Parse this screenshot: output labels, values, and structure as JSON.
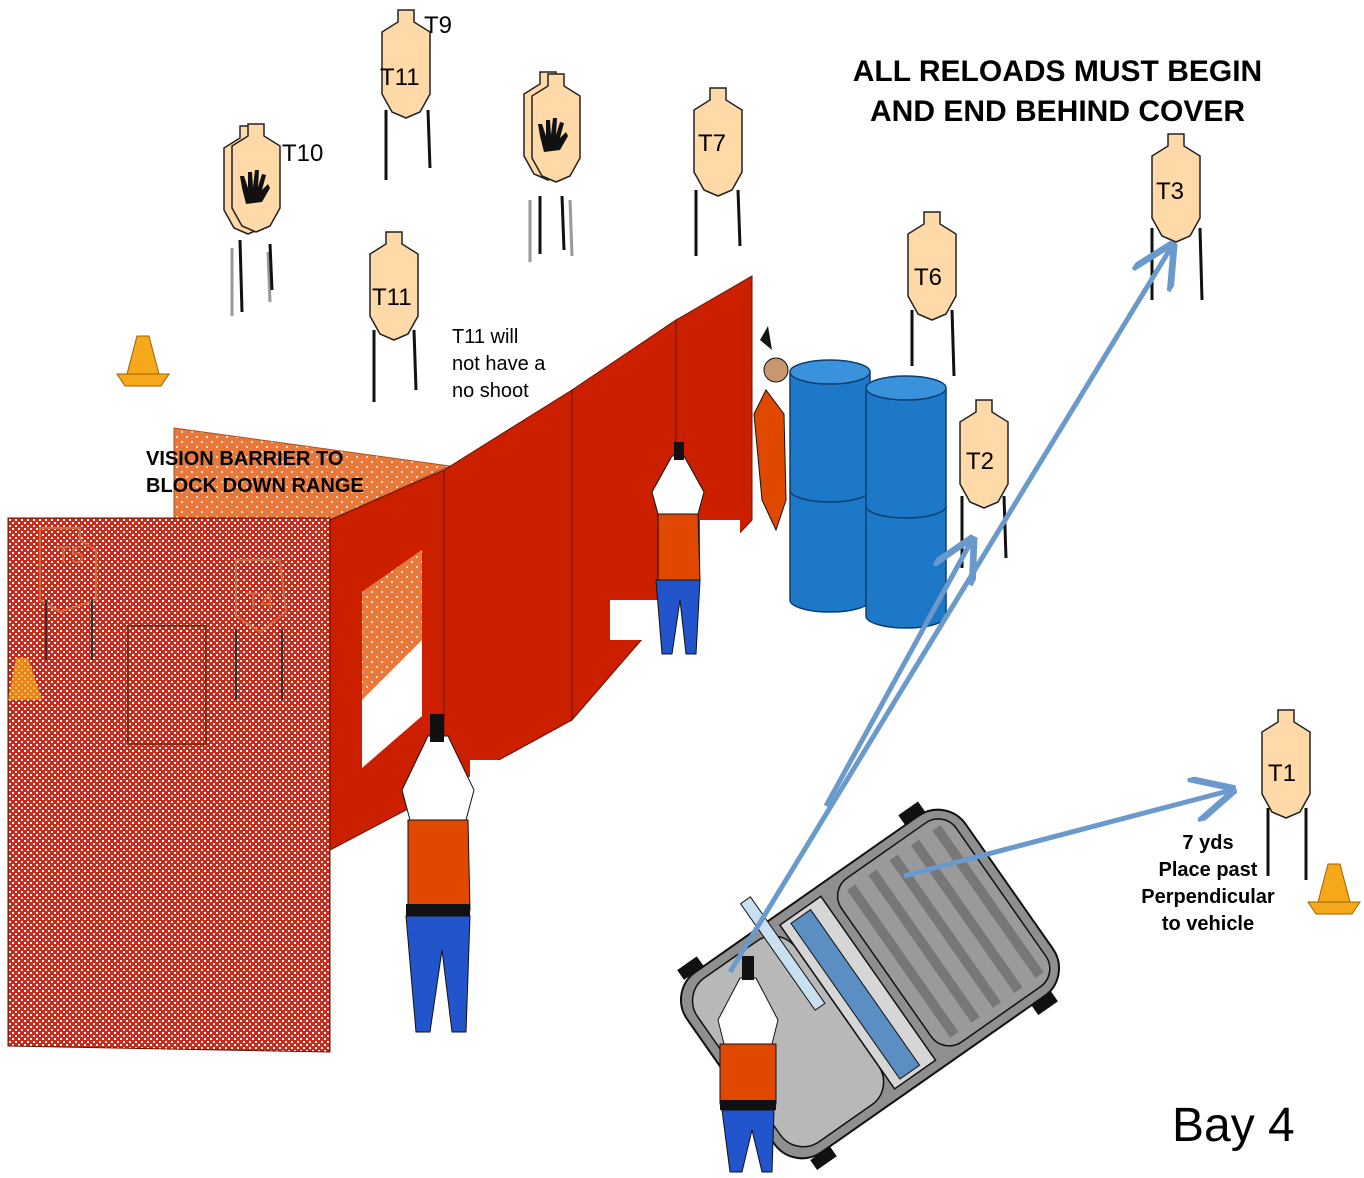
{
  "title_lines": [
    "ALL RELOADS MUST BEGIN",
    "AND END BEHIND COVER"
  ],
  "bay_label": "Bay 4",
  "notes": {
    "t11_line1": "T11 will",
    "t11_line2": "not have a",
    "t11_line3": "no shoot",
    "vision_line1": "VISION BARRIER TO",
    "vision_line2": "BLOCK DOWN RANGE",
    "t1_line1": "7 yds",
    "t1_line2": "Place past",
    "t1_line3": "Perpendicular",
    "t1_line4": "to vehicle"
  },
  "targets": {
    "t9": "T9",
    "t10": "T10",
    "t11_top": "T11",
    "t11_mid": "T11",
    "t7": "T7",
    "t6": "T6",
    "t3": "T3",
    "t2": "T2",
    "t1": "T1",
    "t5": "T5",
    "t4": "T4"
  },
  "colors": {
    "target": "#ffd9a8",
    "wall": "#cc1f00",
    "barrier": "#e8793a",
    "barrel": "#1e78c8",
    "arrow": "#6a99cc",
    "vehicle": "#b0b0b0",
    "shooter_shirt": "#e04800",
    "shooter_pants": "#2255cc"
  },
  "icons": [
    "cone-icon",
    "no-shoot-hand-icon",
    "shooter-figure",
    "barrel-icon",
    "vehicle-icon"
  ]
}
